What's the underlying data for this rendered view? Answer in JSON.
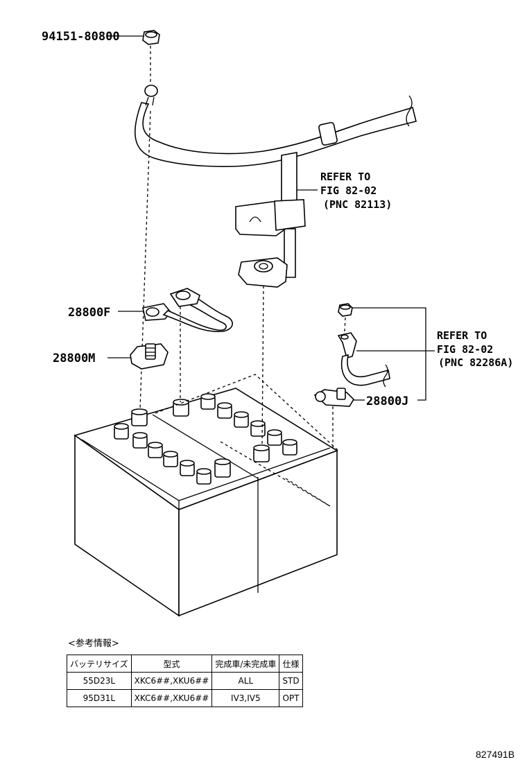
{
  "callouts": {
    "nut_top": "94151-80800",
    "cable_f": "28800F",
    "clamp_m": "28800M",
    "clamp_j": "28800J"
  },
  "refer_1": {
    "line1": "REFER TO",
    "line2": "FIG 82-02",
    "line3": "(PNC 82113)"
  },
  "refer_2": {
    "line1": "REFER TO",
    "line2": "FIG 82-02",
    "line3": "(PNC 82286A)"
  },
  "reference_info": {
    "title": "<参考情報>",
    "headers": [
      "バッテリサイズ",
      "型式",
      "完成車/未完成車",
      "仕様"
    ],
    "rows": [
      [
        "55D23L",
        "XKC6##,XKU6##",
        "ALL",
        "STD"
      ],
      [
        "95D31L",
        "XKC6##,XKU6##",
        "IV3,IV5",
        "OPT"
      ]
    ]
  },
  "illustration_number": "827491B",
  "icons": {
    "battery": "battery-icon",
    "nut": "nut-icon",
    "terminal": "terminal-clamp-icon",
    "cable": "cable-icon"
  }
}
